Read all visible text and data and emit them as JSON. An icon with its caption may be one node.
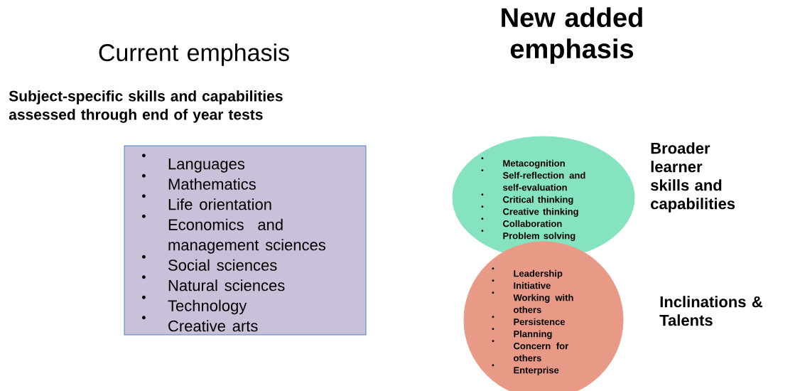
{
  "diagram": {
    "nodes": [
      {
        "text": [
          "Languages",
          "Mathematics",
          "Life orientation",
          "Economics and management sciences",
          "Social sciences",
          "Natural sciences",
          "Technology",
          "Creative arts"
        ]
      },
      {
        "text": [
          "Metacognition",
          "Self-reflection and self-evaluation",
          "Critical thinking",
          "Creative thinking",
          "Collaboration",
          "Problem solving"
        ],
        "beside": [
          "Broader learner skills and capabilities"
        ]
      },
      {
        "text": [
          "Leadership",
          "Initiative",
          "Working with others",
          "Persistence",
          "Planning",
          "Concern for others",
          "Enterprise"
        ],
        "beside": [
          "Inclinations & Talents"
        ]
      }
    ],
    "labels": [
      "Current emphasis",
      "New added emphasis",
      "Subject-specific skills and capabilities assessed through end of year tests"
    ]
  }
}
